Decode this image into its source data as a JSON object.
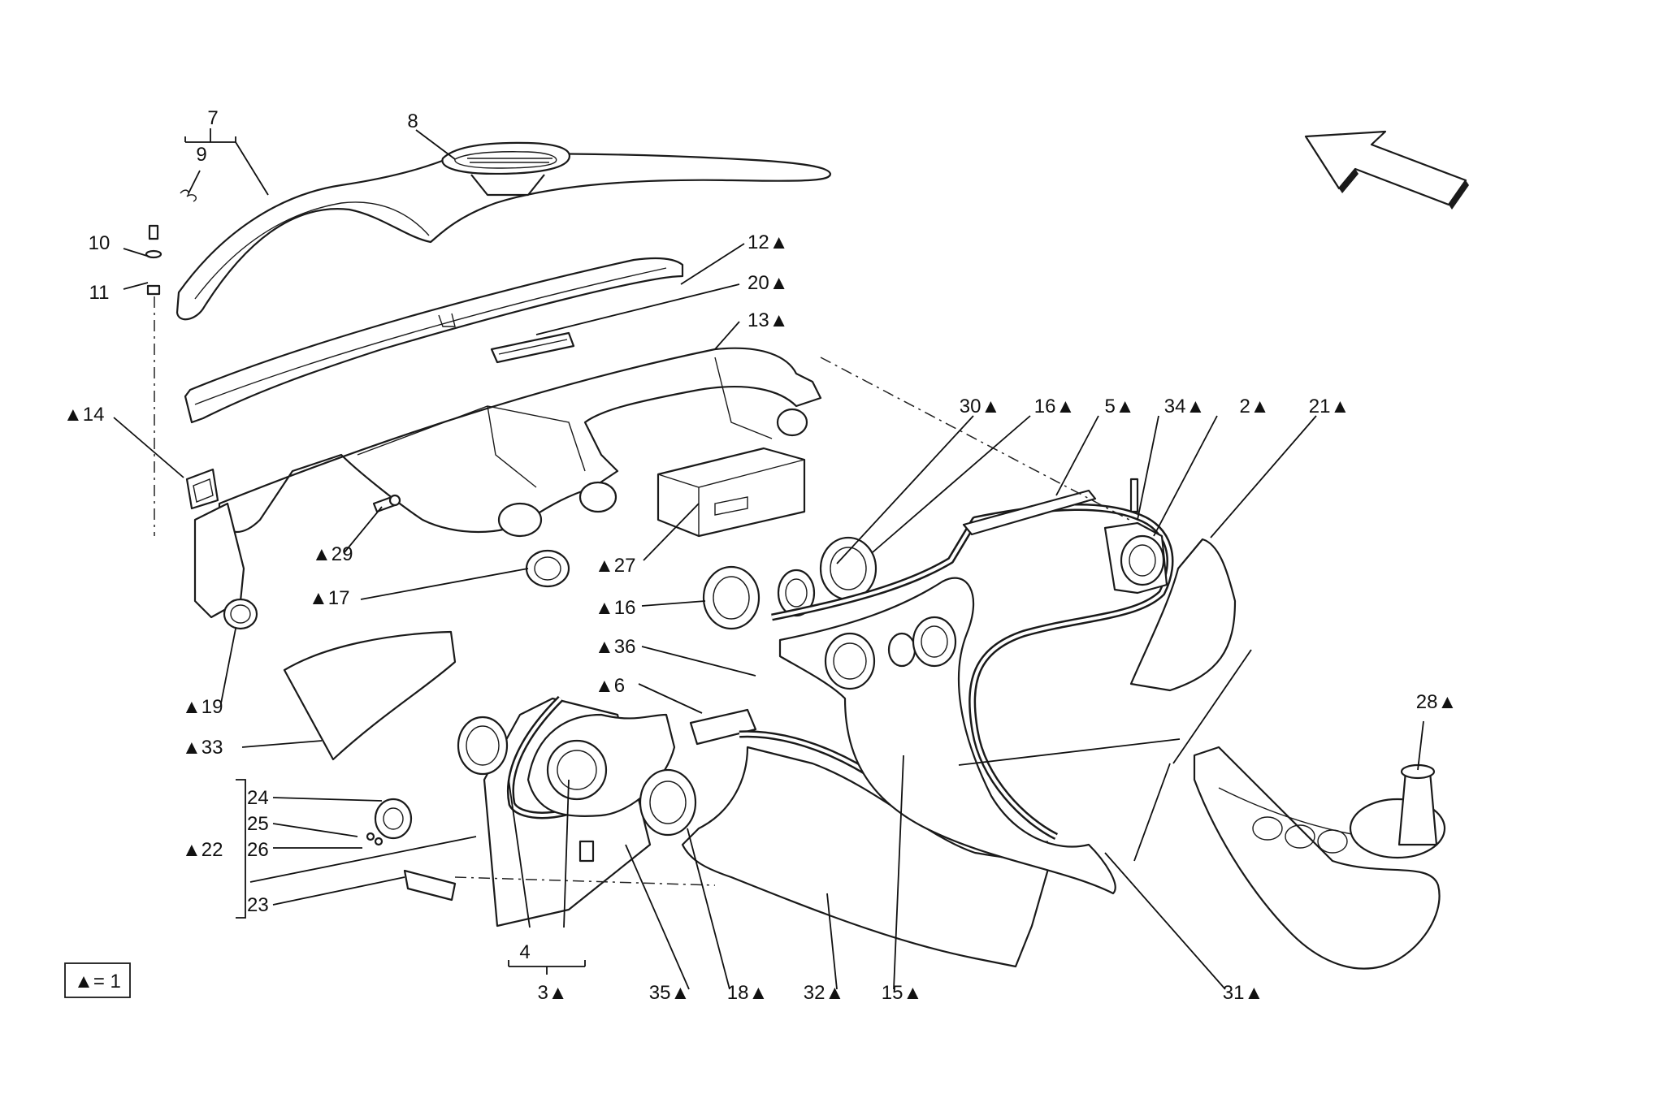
{
  "orientation_icon": "direction-arrow-icon",
  "legend": {
    "text": "▲= 1"
  },
  "callouts": [
    {
      "id": "c7",
      "text": "7"
    },
    {
      "id": "c8",
      "text": "8"
    },
    {
      "id": "c9",
      "text": "9"
    },
    {
      "id": "c10",
      "text": "10"
    },
    {
      "id": "c11",
      "text": "11"
    },
    {
      "id": "c12",
      "text": "12▲"
    },
    {
      "id": "c20",
      "text": "20▲"
    },
    {
      "id": "c13",
      "text": "13▲"
    },
    {
      "id": "c14",
      "text": "▲14"
    },
    {
      "id": "c29",
      "text": "▲29"
    },
    {
      "id": "c17",
      "text": "▲17"
    },
    {
      "id": "c19",
      "text": "▲19"
    },
    {
      "id": "c33",
      "text": "▲33"
    },
    {
      "id": "c24",
      "text": "24"
    },
    {
      "id": "c25",
      "text": "25"
    },
    {
      "id": "c26",
      "text": "26"
    },
    {
      "id": "c22",
      "text": "▲22"
    },
    {
      "id": "c23",
      "text": "23"
    },
    {
      "id": "c4",
      "text": "4"
    },
    {
      "id": "c3",
      "text": "3▲"
    },
    {
      "id": "c35",
      "text": "35▲"
    },
    {
      "id": "c18",
      "text": "18▲"
    },
    {
      "id": "c32",
      "text": "32▲"
    },
    {
      "id": "c15",
      "text": "15▲"
    },
    {
      "id": "c31",
      "text": "31▲"
    },
    {
      "id": "c28",
      "text": "28▲"
    },
    {
      "id": "c27",
      "text": "▲27"
    },
    {
      "id": "c16a",
      "text": "▲16"
    },
    {
      "id": "c36",
      "text": "▲36"
    },
    {
      "id": "c6",
      "text": "▲6"
    },
    {
      "id": "c30",
      "text": "30▲"
    },
    {
      "id": "c16b",
      "text": "16▲"
    },
    {
      "id": "c5",
      "text": "5▲"
    },
    {
      "id": "c34",
      "text": "34▲"
    },
    {
      "id": "c2",
      "text": "2▲"
    },
    {
      "id": "c21",
      "text": "21▲"
    }
  ]
}
